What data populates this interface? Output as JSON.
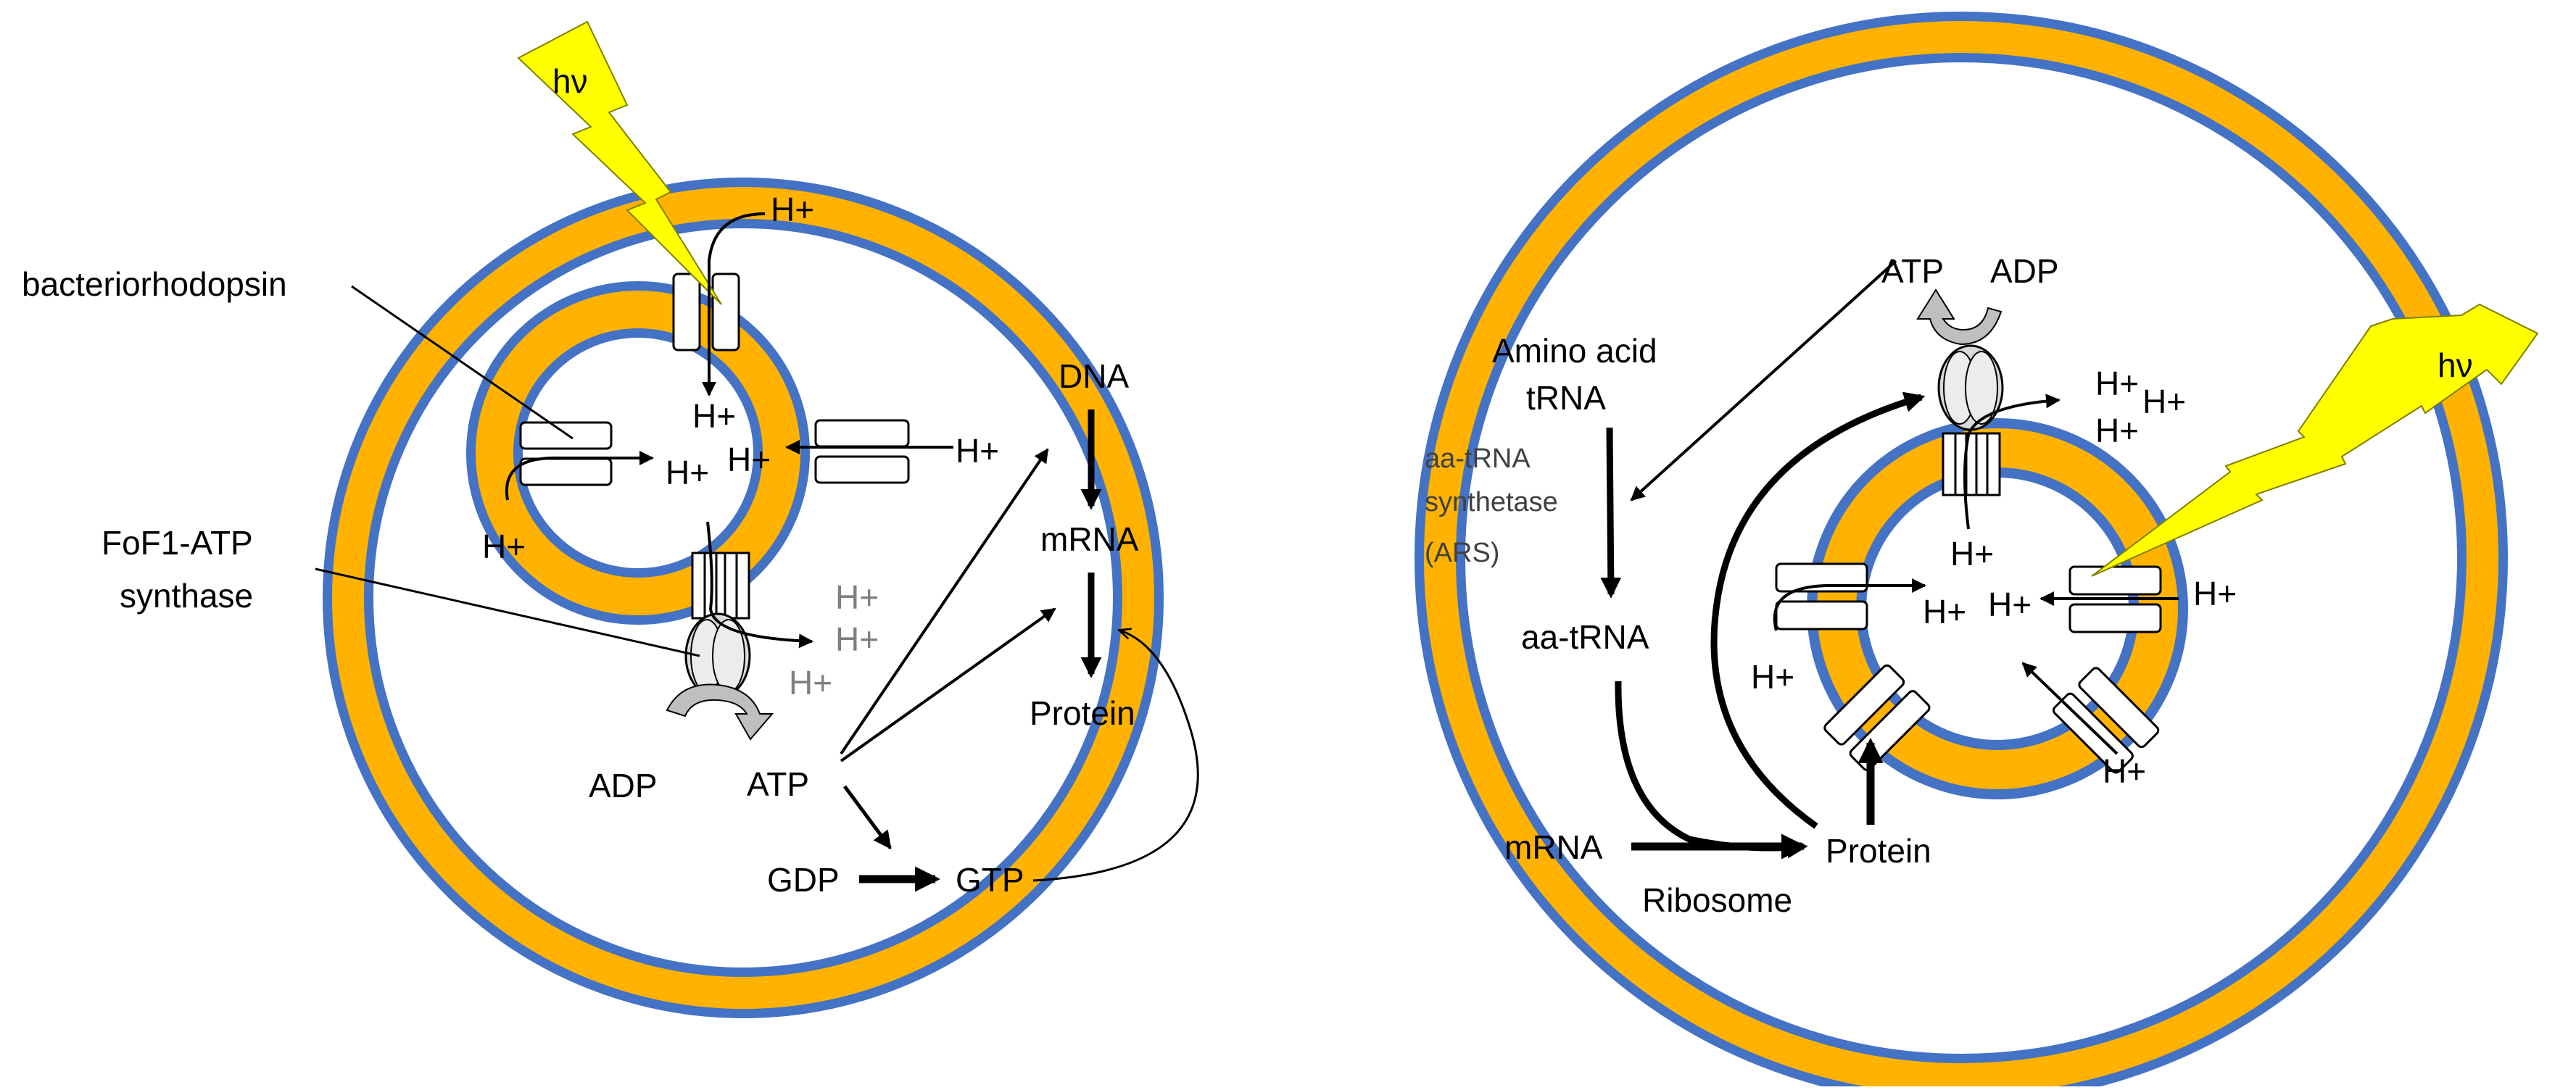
{
  "colors": {
    "membrane_outer": "#4472c4",
    "membrane_core": "#ffb300",
    "lightning": "#ffff00",
    "protein_gray": "#bfbfbf"
  },
  "icons": {
    "light": "lightning-bolt-icon",
    "pump": "bacteriorhodopsin-channel-icon",
    "synthase": "atp-synthase-icon"
  },
  "left_cell": {
    "hv": "hν",
    "bacteriorhodopsin": "bacteriorhodopsin",
    "atp_synthase_line1": "FoF1-ATP",
    "atp_synthase_line2": "synthase",
    "h_top": "H+",
    "h_inside_top": "H+",
    "h_inside_left": "H+",
    "h_inside_right": "H+",
    "h_outside_right": "H+",
    "h_outside_left": "H+",
    "h_out_1": "H+",
    "h_out_2": "H+",
    "h_out_3": "H+",
    "adp": "ADP",
    "atp": "ATP",
    "dna": "DNA",
    "mrna": "mRNA",
    "protein": "Protein",
    "gdp": "GDP",
    "gtp": "GTP"
  },
  "right_cell": {
    "hv": "hν",
    "atp": "ATP",
    "adp": "ADP",
    "amino_acid": "Amino acid",
    "trna": "tRNA",
    "ars_line1": "aa-tRNA",
    "ars_line2": "synthetase",
    "ars_line3": "(ARS)",
    "aa_trna": "aa-tRNA",
    "mrna": "mRNA",
    "ribosome": "Ribosome",
    "protein": "Protein",
    "h_cluster_1": "H+",
    "h_cluster_2": "H+",
    "h_cluster_3": "H+",
    "h_inside_top": "H+",
    "h_inside_left": "H+",
    "h_inside_right": "H+",
    "h_outside_right": "H+",
    "h_outside_left": "H+",
    "h_bottom_right": "H+"
  }
}
